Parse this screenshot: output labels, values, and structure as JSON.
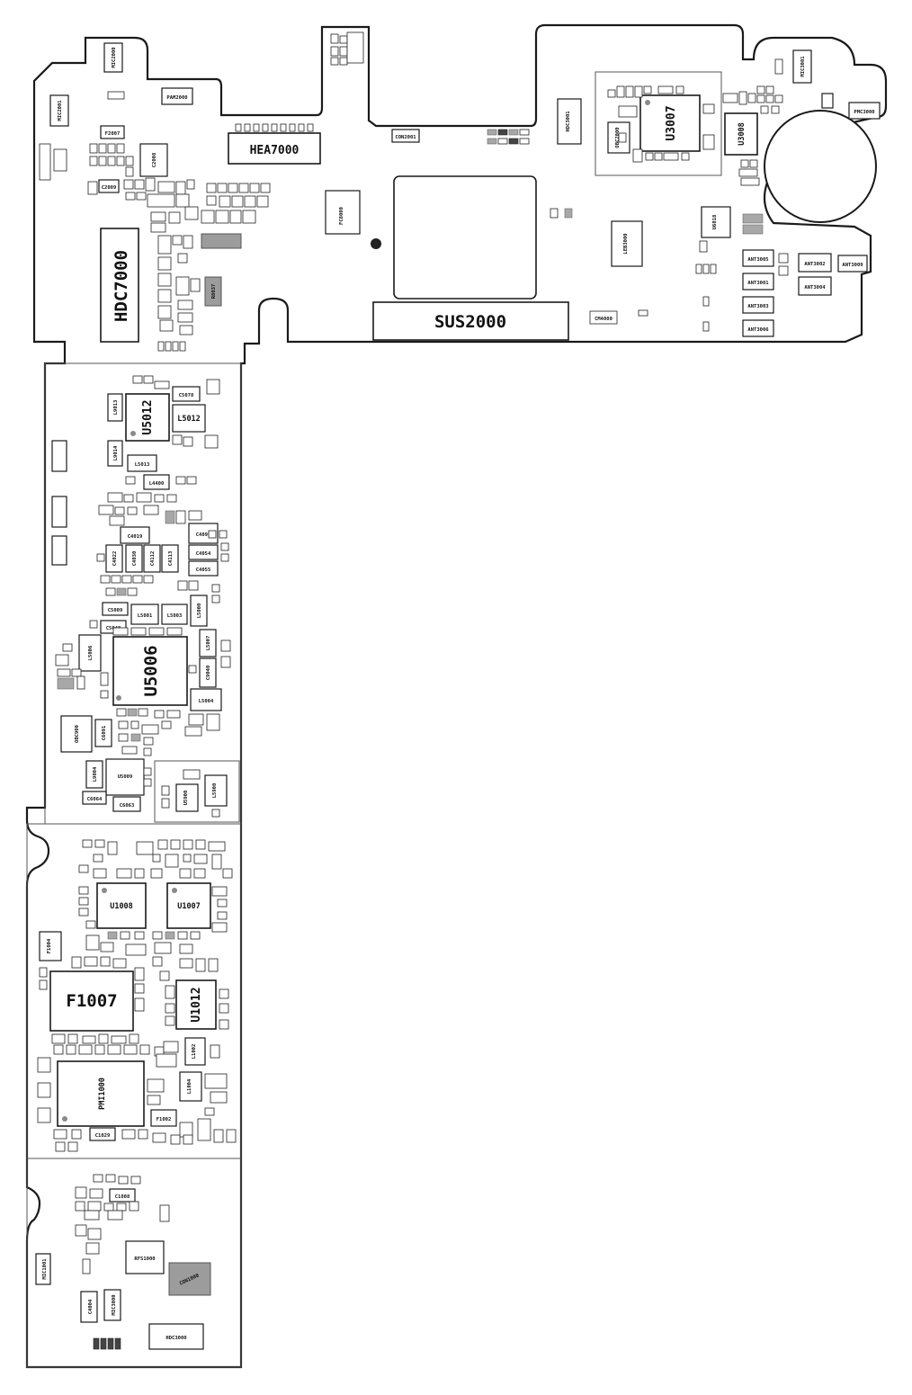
{
  "board": {
    "labels": {
      "HEA7000": "HEA7000",
      "HDC7000": "HDC7000",
      "SUS2000": "SUS2000",
      "U3007": "U3007",
      "U3008": "U3008",
      "LEB3000": "LEB3000",
      "F2007": "F2007",
      "C2008": "C2008",
      "C2009": "C2009",
      "R8037": "R8037",
      "FC8000": "FC8000",
      "HDC3001": "HDC3001",
      "U6018": "U6018",
      "OBC2000": "OBC2000",
      "CON2001": "CON2001",
      "ANT3005": "ANT3005",
      "ANT3001": "ANT3001",
      "ANT3003": "ANT3003",
      "ANT3006": "ANT3006",
      "ANT3002": "ANT3002",
      "ANT3004": "ANT3004",
      "ANT3009": "ANT3009",
      "PMC3000": "PMC3000",
      "PAM2000": "PAM2000",
      "MIC2000": "MIC2000",
      "MIC2001": "MIC2001",
      "MIC3001": "MIC3001",
      "MIC1001": "MIC1001",
      "L9013": "L9013",
      "U5012": "U5012",
      "C5078": "C5078",
      "L5012": "L5012",
      "L9014": "L9014",
      "L5013": "L5013",
      "L4400": "L4400",
      "C4019": "C4019",
      "C4099": "C4099",
      "C4054": "C4054",
      "C4055": "C4055",
      "C4022": "C4022",
      "C4030": "C4030",
      "C4112": "C4112",
      "C4113": "C4113",
      "C5009": "C5009",
      "C5048": "C5048",
      "L5001": "L5001",
      "L5003": "L5003",
      "L5000": "L5000",
      "L5006": "L5006",
      "U5006": "U5006",
      "L5007": "L5007",
      "C9040": "C9040",
      "L5004": "L5004",
      "OBC900": "OBC900",
      "C6091": "C6091",
      "L9004": "L9004",
      "U5009": "U5009",
      "C6064": "C6064",
      "C6063": "C6063",
      "U5900": "U5900",
      "L5900": "L5900",
      "U1008": "U1008",
      "U1007": "U1007",
      "F1004": "F1004",
      "F1007": "F1007",
      "U1012": "U1012",
      "PMI1000": "PMI1000",
      "C1029": "C1029",
      "F1002": "F1002",
      "L1004": "L1004",
      "L1002": "L1002",
      "RFS1000": "RFS1000",
      "CON1000": "CON1000",
      "HDC3000": "HDC3000",
      "C1008": "C1008",
      "C4004": "C4004",
      "CM4000": "CM4000",
      "MIC3000": "MIC3000"
    }
  }
}
